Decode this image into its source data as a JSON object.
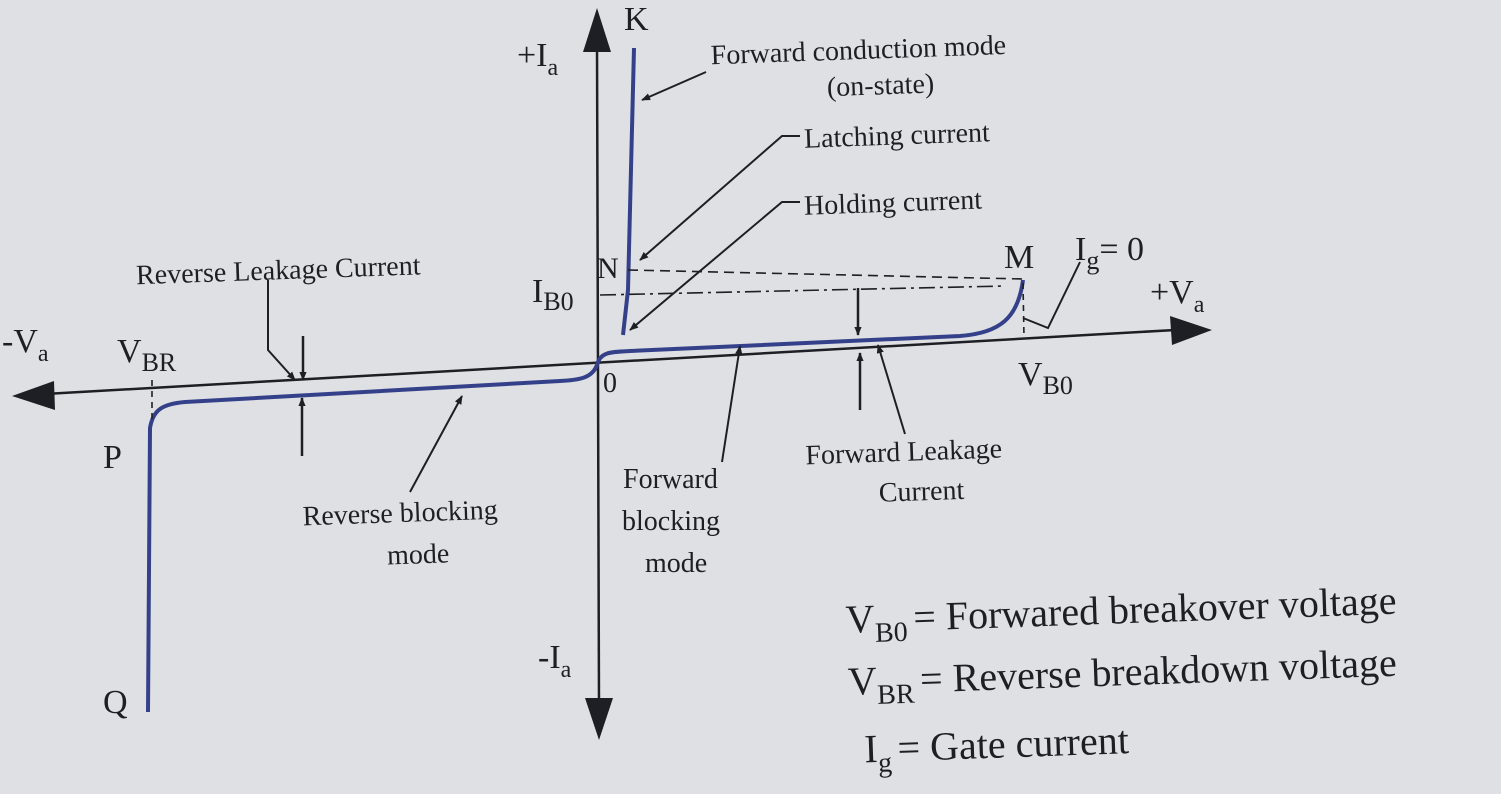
{
  "axes": {
    "pos_ia": {
      "main": "+I",
      "sub": "a"
    },
    "neg_ia": {
      "main": "-I",
      "sub": "a"
    },
    "pos_va": {
      "main": "+V",
      "sub": "a"
    },
    "neg_va": {
      "main": "-V",
      "sub": "a"
    },
    "origin": "0"
  },
  "points": {
    "k": "K",
    "n": "N",
    "m": "M",
    "p": "P",
    "q": "Q",
    "ib0": {
      "main": "I",
      "sub": "B0"
    },
    "vbr": {
      "main": "V",
      "sub": "BR"
    },
    "vb0": {
      "main": "V",
      "sub": "B0"
    },
    "ig0": {
      "main": "I",
      "sub": "g",
      "rest": "= 0"
    }
  },
  "annotations": {
    "forward_conduction_l1": "Forward conduction mode",
    "forward_conduction_l2": "(on-state)",
    "latching_current": "Latching current",
    "holding_current": "Holding current",
    "reverse_leakage_current": "Reverse Leakage Current",
    "reverse_blocking_l1": "Reverse blocking",
    "reverse_blocking_l2": "mode",
    "forward_blocking_l1": "Forward",
    "forward_blocking_l2": "blocking",
    "forward_blocking_l3": "mode",
    "forward_leakage_l1": "Forward Leakage",
    "forward_leakage_l2": "Current"
  },
  "legend": [
    {
      "main": "V",
      "sub": "B0",
      "text": "= Forwared breakover voltage"
    },
    {
      "main": "V",
      "sub": "BR",
      "text": "= Reverse breakdown voltage"
    },
    {
      "main": "I",
      "sub": "g",
      "text": "= Gate current"
    }
  ],
  "colors": {
    "curve": "#34418a",
    "ink": "#1e1f24",
    "background": "#dfe0e3"
  }
}
